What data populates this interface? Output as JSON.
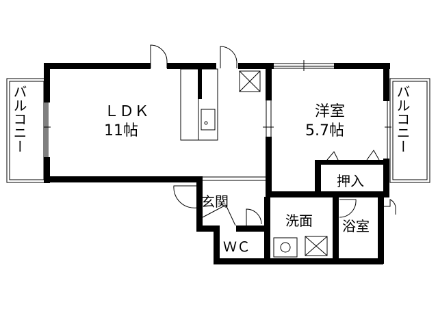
{
  "rooms": {
    "ldk": {
      "name": "ＬＤＫ",
      "size": "11帖"
    },
    "western": {
      "name": "洋室",
      "size": "5.7帖"
    },
    "closet": {
      "name": "押入"
    },
    "entrance": {
      "name": "玄関"
    },
    "washroom": {
      "name": "洗面"
    },
    "bathroom": {
      "name": "浴室"
    },
    "toilet": {
      "name": "ＷＣ"
    },
    "balcony_left": {
      "name": "バルコニー"
    },
    "balcony_right": {
      "name": "バルコニー"
    }
  },
  "colors": {
    "wall": "#000000",
    "background": "#ffffff"
  }
}
